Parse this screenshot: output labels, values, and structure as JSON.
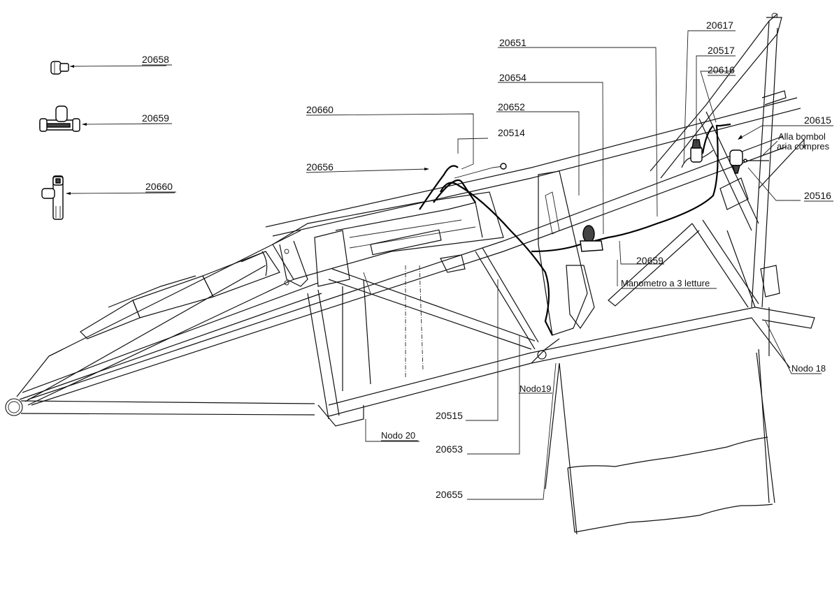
{
  "diagram": {
    "language": "Italian",
    "subject": "Fuselage tube frame with compressed-air pressure gauge piping",
    "detail_parts": [
      {
        "id": "detail-20658",
        "label": "20658"
      },
      {
        "id": "detail-20659",
        "label": "20659"
      },
      {
        "id": "detail-20660",
        "label": "20660"
      }
    ],
    "callouts": [
      {
        "id": "c-20660",
        "label": "20660"
      },
      {
        "id": "c-20656",
        "label": "20656"
      },
      {
        "id": "c-20514",
        "label": "20514"
      },
      {
        "id": "c-20651",
        "label": "20651"
      },
      {
        "id": "c-20654",
        "label": "20654"
      },
      {
        "id": "c-20652",
        "label": "20652"
      },
      {
        "id": "c-20617",
        "label": "20617"
      },
      {
        "id": "c-20517",
        "label": "20517"
      },
      {
        "id": "c-20616",
        "label": "20616"
      },
      {
        "id": "c-20615",
        "label": "20615"
      },
      {
        "id": "c-20516",
        "label": "20516"
      },
      {
        "id": "c-20659",
        "label": "20659"
      },
      {
        "id": "c-20515",
        "label": "20515"
      },
      {
        "id": "c-20653",
        "label": "20653"
      },
      {
        "id": "c-20655",
        "label": "20655"
      }
    ],
    "annotations": {
      "air_bottle_line1": "Alla bombol",
      "air_bottle_line2": "aria compres",
      "gauge": "Manometro a 3 letture",
      "node_18": "Nodo 18",
      "node_19": "Nodo19",
      "node_20": "Nodo 20"
    }
  }
}
